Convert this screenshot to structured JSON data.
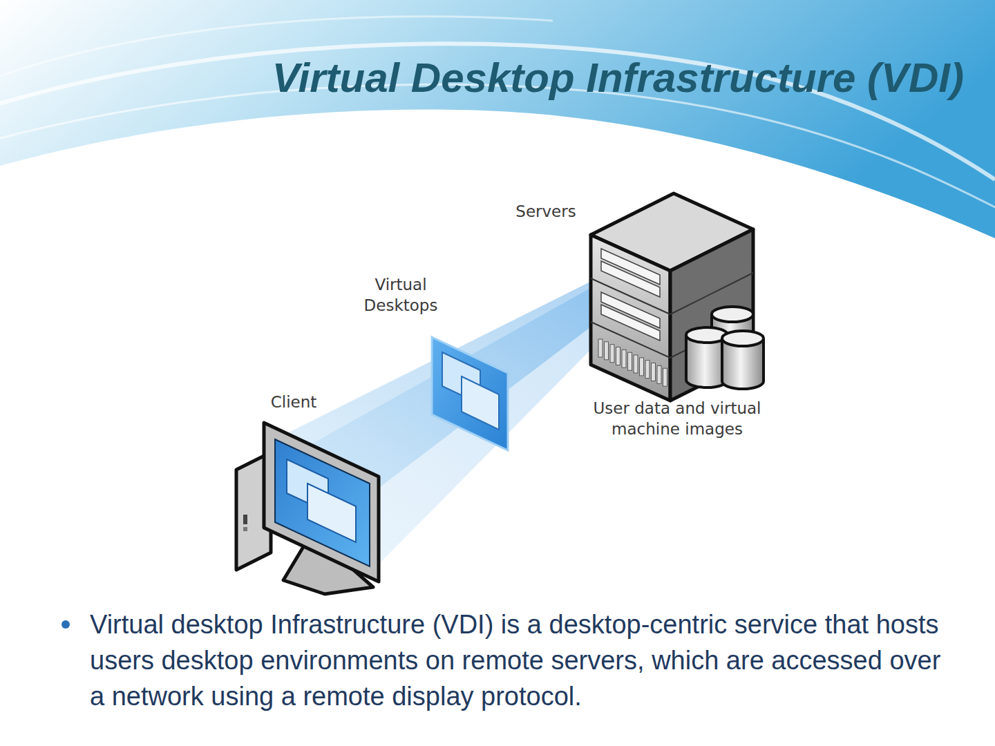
{
  "diagram": {
    "title": "Virtual Desktop Infrastructure (VDI)",
    "labels": [
      "Servers",
      "Virtual Desktops",
      "Client",
      "User data and virtual machine images",
      "Virtual desktop Infrastructure (VDI) is a desktop-centric service that hosts users desktop environments on remote servers, which are accessed over a network using a remote display protocol."
    ]
  }
}
